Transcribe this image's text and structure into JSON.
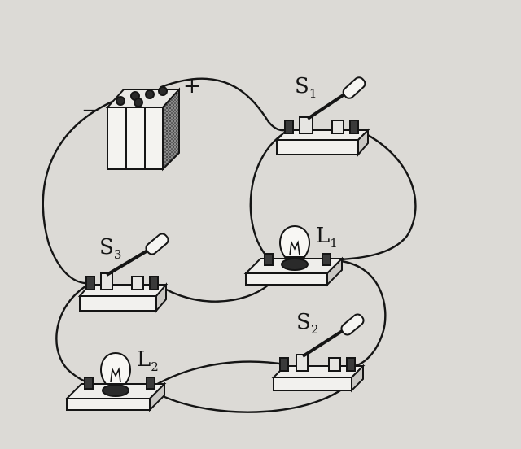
{
  "labels": {
    "s1_main": "S",
    "s1_sub": "1",
    "s2_main": "S",
    "s2_sub": "2",
    "s3_main": "S",
    "s3_sub": "3",
    "l1_main": "L",
    "l1_sub": "1",
    "l2_main": "L",
    "l2_sub": "2",
    "battery_minus": "−",
    "battery_plus": "+"
  },
  "colors": {
    "paper": "#dcdad6",
    "ink": "#151515",
    "board": "#f2f1ee",
    "board_side": "#c9c7c3",
    "battery_shade": "#5a5a5a"
  }
}
